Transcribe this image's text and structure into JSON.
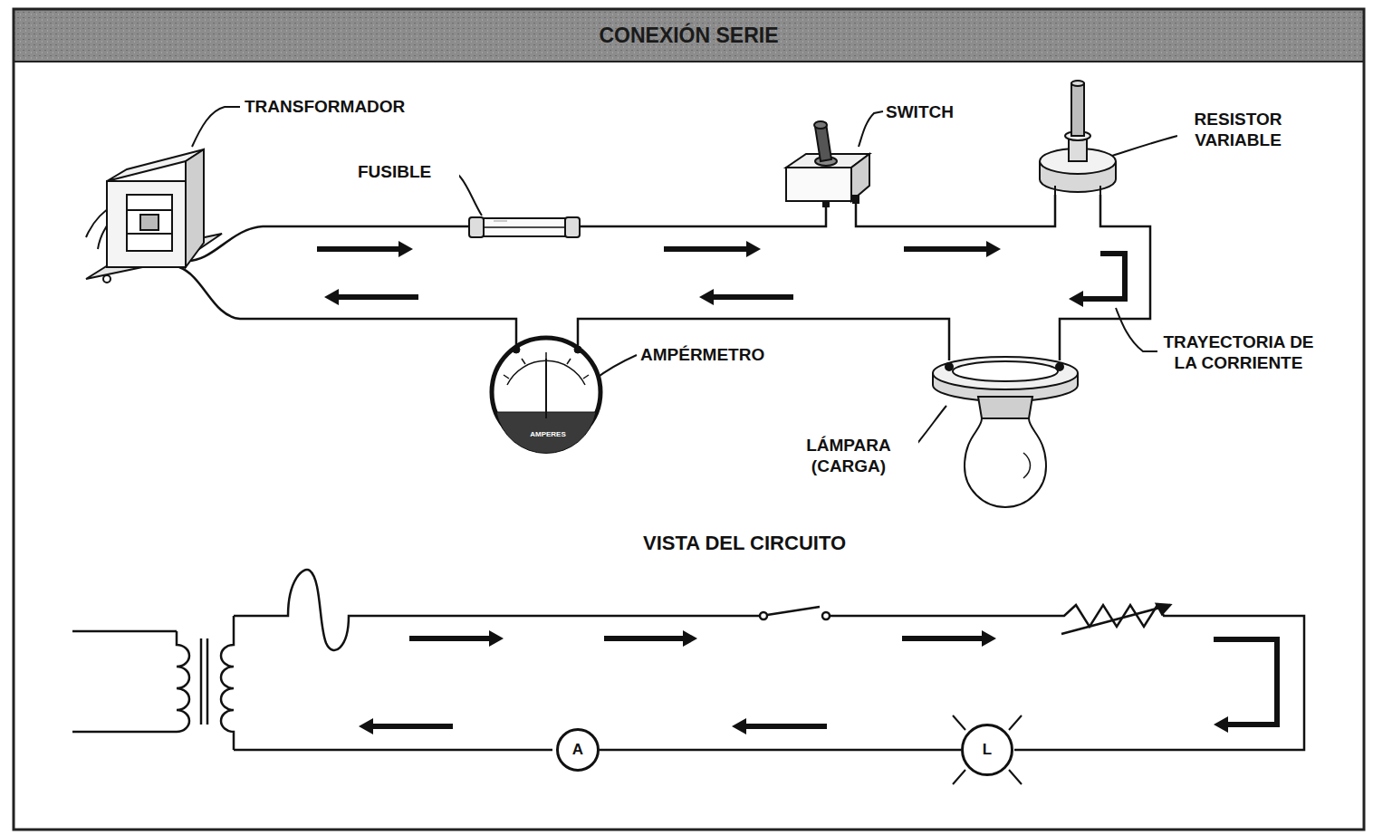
{
  "diagram": {
    "title": "CONEXIÓN SERIE",
    "nodes": [
      {
        "text": [
          "A"
        ]
      },
      {
        "text": [
          "L"
        ]
      }
    ],
    "edges": [
      {
        "from": 1,
        "to": 0,
        "arrow": "none"
      }
    ],
    "labels": [
      "TRANSFORMADOR",
      "FUSIBLE",
      "SWITCH",
      "RESISTOR VARIABLE",
      "TRAYECTORIA DE LA CORRIENTE",
      "AMPÉRMETRO",
      "AMPERES",
      "LÁMPARA (CARGA)",
      "VISTA DEL CIRCUITO"
    ]
  }
}
